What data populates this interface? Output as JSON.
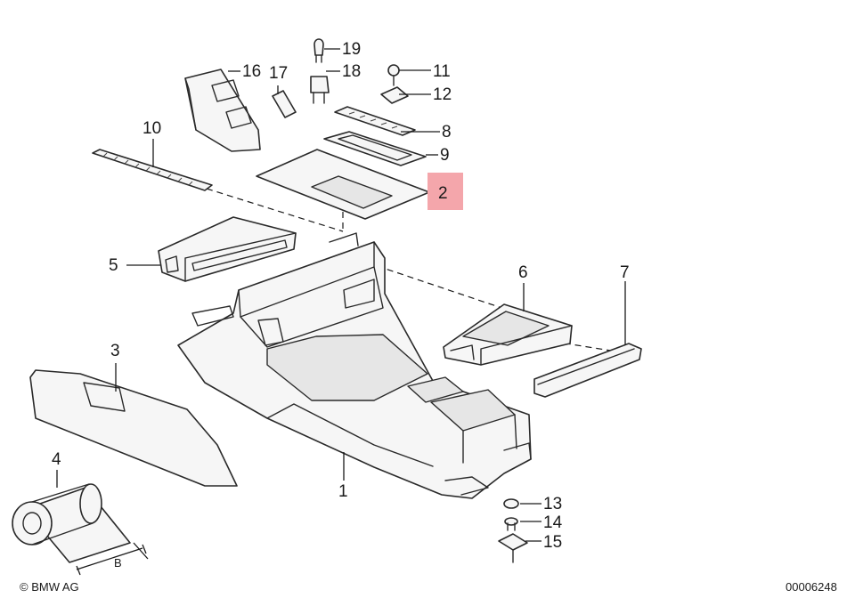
{
  "callouts": [
    {
      "id": "1",
      "label": "1"
    },
    {
      "id": "2",
      "label": "2",
      "highlight_color": "#f4a6ab"
    },
    {
      "id": "3",
      "label": "3"
    },
    {
      "id": "4",
      "label": "4"
    },
    {
      "id": "5",
      "label": "5"
    },
    {
      "id": "6",
      "label": "6"
    },
    {
      "id": "7",
      "label": "7"
    },
    {
      "id": "8",
      "label": "8"
    },
    {
      "id": "9",
      "label": "9"
    },
    {
      "id": "10",
      "label": "10"
    },
    {
      "id": "11",
      "label": "11"
    },
    {
      "id": "12",
      "label": "12"
    },
    {
      "id": "13",
      "label": "13"
    },
    {
      "id": "14",
      "label": "14"
    },
    {
      "id": "15",
      "label": "15"
    },
    {
      "id": "16",
      "label": "16"
    },
    {
      "id": "17",
      "label": "17"
    },
    {
      "id": "18",
      "label": "18"
    },
    {
      "id": "19",
      "label": "19"
    }
  ],
  "dimension_label": "B",
  "copyright": "© BMW AG",
  "drawing_number": "00006248"
}
